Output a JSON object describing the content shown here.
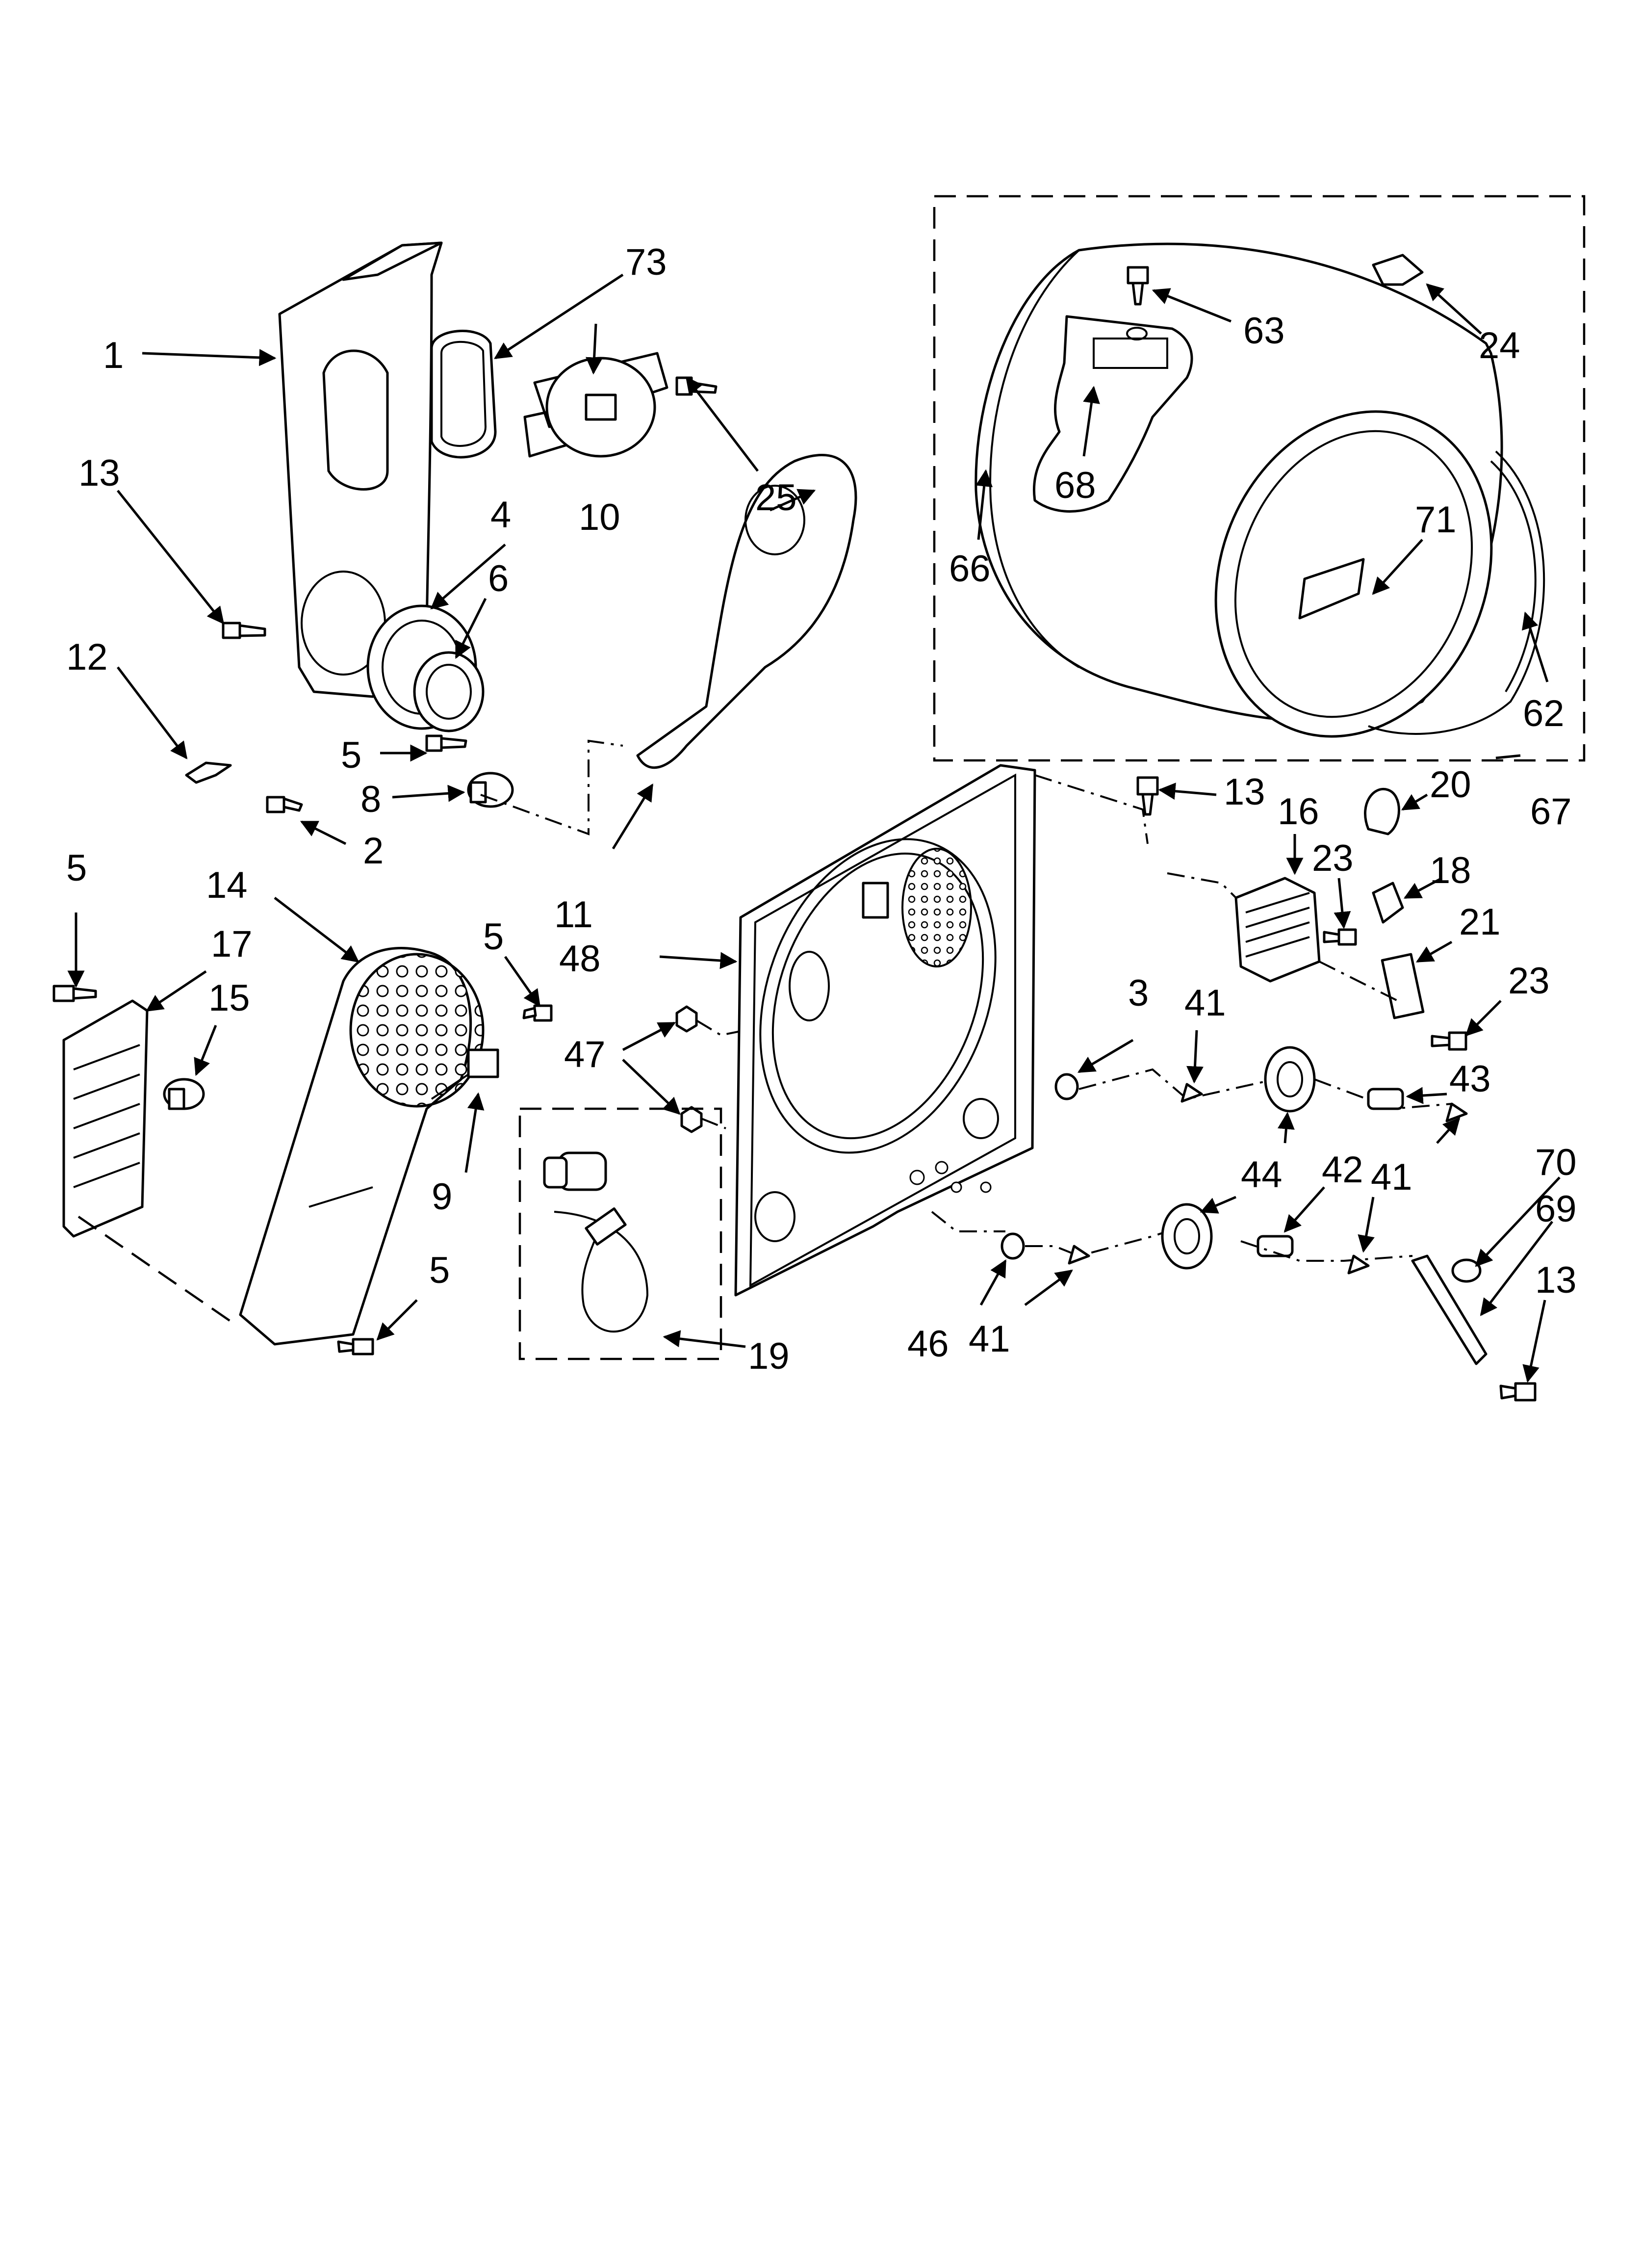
{
  "diagram": {
    "callouts": {
      "c1": "1",
      "c73": "73",
      "c13a": "13",
      "c4": "4",
      "c10": "10",
      "c25": "25",
      "c6": "6",
      "c12": "12",
      "c5a": "5",
      "c8": "8",
      "c2": "2",
      "c11": "11",
      "c5b": "5",
      "c17": "17",
      "c15": "15",
      "c14": "14",
      "c5c": "5",
      "c47": "47",
      "c9": "9",
      "c5d": "5",
      "c19": "19",
      "c48": "48",
      "c63": "63",
      "c24": "24",
      "c68": "68",
      "c66": "66",
      "c71": "71",
      "c62": "62",
      "c67": "67",
      "c13b": "13",
      "c16": "16",
      "c23a": "23",
      "c20": "20",
      "c18": "18",
      "c21": "21",
      "c23b": "23",
      "c3": "3",
      "c41a": "41",
      "c43": "43",
      "c44": "44",
      "c42": "42",
      "c41b": "41",
      "c70": "70",
      "c69": "69",
      "c13c": "13",
      "c46": "46",
      "c41c": "41"
    }
  }
}
